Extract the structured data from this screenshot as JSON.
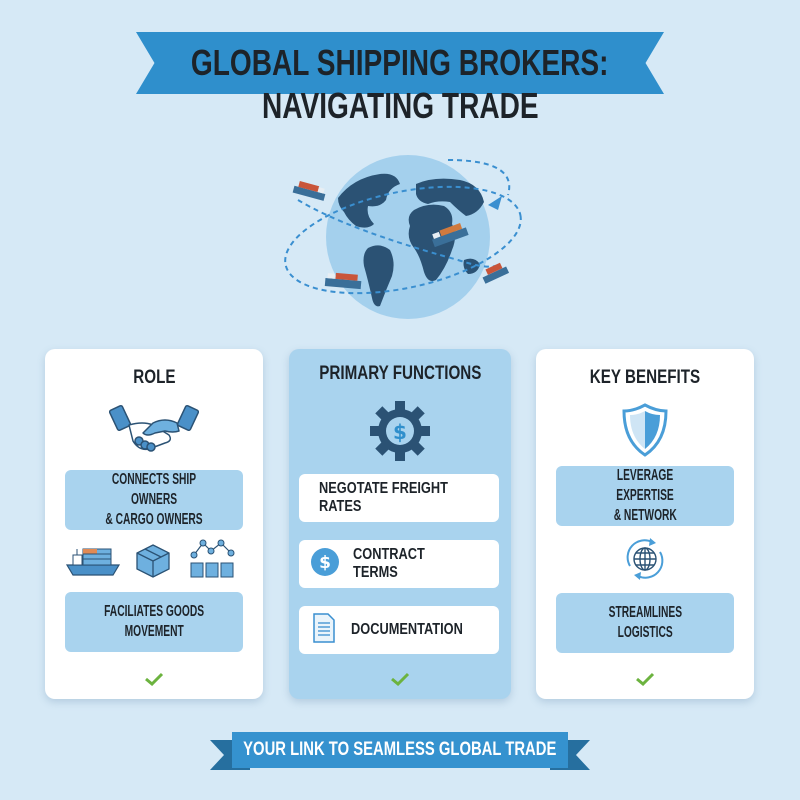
{
  "header": {
    "title_line1": "GLOBAL SHIPPING BROKERS:",
    "title_line2": "NAVIGATING TRADE",
    "banner_color": "#2f8fcc"
  },
  "hero": {
    "icon": "globe-with-ships-icon",
    "ships": 4
  },
  "cards": [
    {
      "title": "ROLE",
      "icon": "handshake-icon",
      "items": [
        {
          "label": "CONNECTS SHIP OWNERS & CARGO OWNERS",
          "line1": "CONNECTS SHIP OWNERS",
          "line2": "& CARGO OWNERS"
        },
        {
          "label": "FACILIATES GOODS MOVEMENT",
          "line1": "FACILIATES GOODS",
          "line2": "MOVEMENT"
        }
      ],
      "mid_icons": [
        "cargo-ship-icon",
        "package-box-icon",
        "network-containers-icon"
      ],
      "footer_icon": "checkmark-icon"
    },
    {
      "title": "PRIMARY FUNCTIONS",
      "icon": "gear-dollar-icon",
      "items": [
        {
          "label": "NEGOTATE FREIGHT RATES",
          "icon": ""
        },
        {
          "label": "CONTRACT TERMS",
          "icon": "dollar-coin-icon"
        },
        {
          "label": "DOCUMENTATION",
          "icon": "document-icon"
        }
      ],
      "footer_icon": "checkmark-icon"
    },
    {
      "title": "KEY BENEFITS",
      "icon": "shield-icon",
      "items": [
        {
          "label": "LEVERAGE EXPERTISE & NETWORK",
          "line1": "LEVERAGE EXPERTISE",
          "line2": "& NETWORK"
        },
        {
          "label": "STREAMLINES LOGISTICS",
          "line1": "STREAMLINES",
          "line2": "LOGISTICS"
        }
      ],
      "mid_icon": "globe-sync-icon",
      "footer_icon": "checkmark-icon"
    }
  ],
  "footer": {
    "tagline": "YOUR LINK TO SEAMLESS GLOBAL TRADE"
  },
  "colors": {
    "background": "#d6e9f6",
    "accent_blue": "#2f8fcc",
    "light_blue": "#a9d3ee",
    "dark_navy": "#2b5274",
    "check_green": "#6cb33f"
  }
}
